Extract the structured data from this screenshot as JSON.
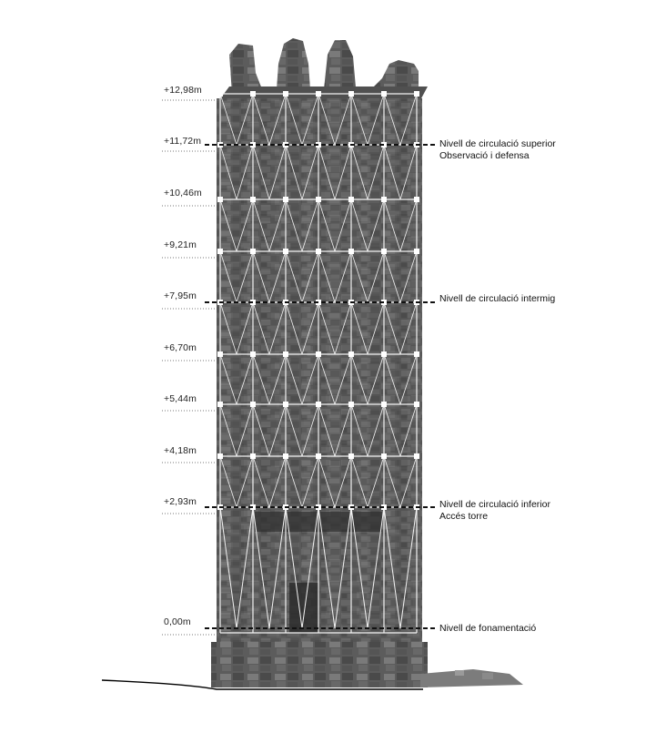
{
  "elevation_levels": [
    {
      "label": "+12,98m",
      "value": 12.98
    },
    {
      "label": "+11,72m",
      "value": 11.72
    },
    {
      "label": "+10,46m",
      "value": 10.46
    },
    {
      "label": "+9,21m",
      "value": 9.21
    },
    {
      "label": "+7,95m",
      "value": 7.95
    },
    {
      "label": "+6,70m",
      "value": 6.7
    },
    {
      "label": "+5,44m",
      "value": 5.44
    },
    {
      "label": "+4,18m",
      "value": 4.18
    },
    {
      "label": "+2,93m",
      "value": 2.93
    },
    {
      "label": "0,00m",
      "value": 0.0
    }
  ],
  "annotations": {
    "upper_level": {
      "line1": "Nivell de circulació superior",
      "line2": "Observació i defensa"
    },
    "middle_level": {
      "line1": "Nivell de circulació intermig"
    },
    "lower_level": {
      "line1": "Nivell de circulació inferior",
      "line2": "Accés torre"
    },
    "foundation_level": {
      "line1": "Nivell de fonamentació"
    }
  },
  "colors": {
    "stone_dark": "#4a4a4a",
    "stone_mid": "#6b6b6b",
    "scaffold": "#f2f2f2",
    "level_line": "#111111",
    "ground_line": "#000000"
  }
}
